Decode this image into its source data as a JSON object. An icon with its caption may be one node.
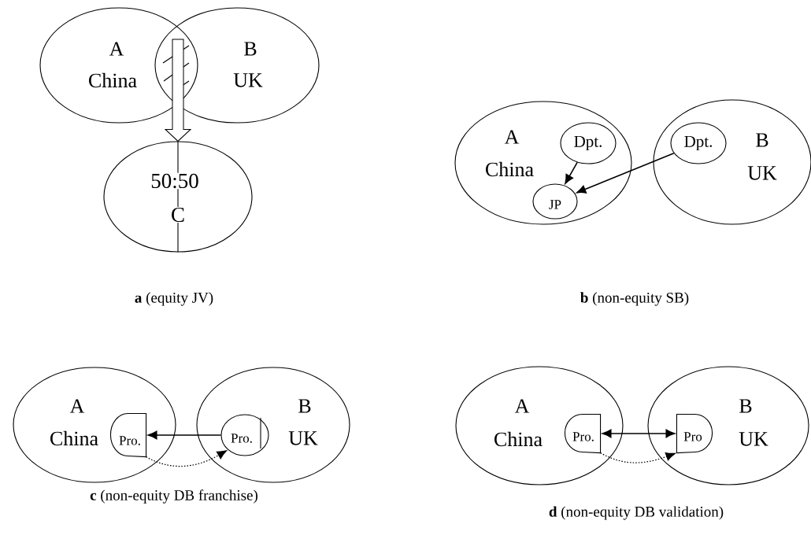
{
  "diagram": {
    "nodes": [
      {
        "text": [
          "A",
          "China"
        ]
      },
      {
        "text": [
          "B",
          "UK"
        ]
      },
      {
        "text": [
          "50:50",
          "C"
        ]
      },
      {
        "text": [
          "A",
          "China"
        ]
      },
      {
        "text": [
          "Dpt."
        ],
        "in": 3
      },
      {
        "text": [
          "JP"
        ],
        "in": 3
      },
      {
        "text": [
          "B",
          "UK"
        ]
      },
      {
        "text": [
          "Dpt."
        ],
        "in": 6
      },
      {
        "text": [
          "A",
          "China"
        ]
      },
      {
        "text": [
          "Pro."
        ],
        "in": 8
      },
      {
        "text": [
          "B",
          "UK"
        ]
      },
      {
        "text": [
          "Pro."
        ],
        "in": 10
      },
      {
        "text": [
          "A",
          "China"
        ]
      },
      {
        "text": [
          "Pro."
        ],
        "in": 12
      },
      {
        "text": [
          "B",
          "UK"
        ]
      },
      {
        "text": [
          "Pro"
        ],
        "in": 14
      }
    ],
    "edges": [
      {
        "from": 0,
        "to": 2,
        "arrow": "to"
      },
      {
        "from": 1,
        "to": 2,
        "arrow": "to"
      },
      {
        "from": 4,
        "to": 5,
        "arrow": "to"
      },
      {
        "from": 7,
        "to": 5,
        "arrow": "to"
      },
      {
        "from": 11,
        "to": 9,
        "arrow": "to"
      },
      {
        "from": 9,
        "to": 11,
        "arrow": "to",
        "style": "dashed"
      },
      {
        "from": 13,
        "to": 15,
        "arrow": "both"
      },
      {
        "from": 13,
        "to": 15,
        "arrow": "to",
        "style": "dashed"
      }
    ],
    "labels": [
      "**a** (equity JV)",
      "**b** (non-equity SB)",
      "**c** (non-equity DB franchise)",
      "**d** (non-equity DB validation)"
    ]
  }
}
